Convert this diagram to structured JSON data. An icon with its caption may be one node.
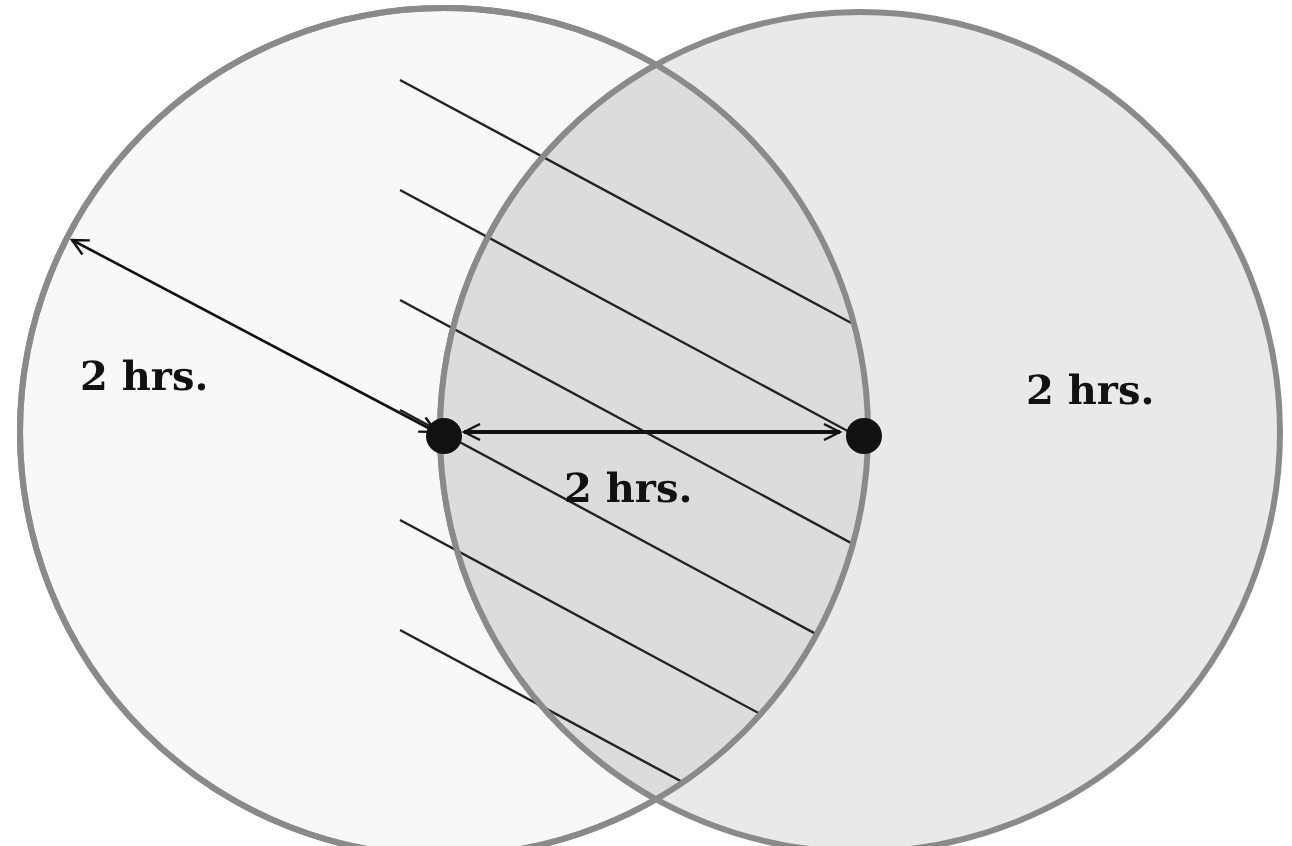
{
  "diagram": {
    "labels": [
      "2 hrs.",
      "2 hrs.",
      "2 hrs."
    ]
  }
}
